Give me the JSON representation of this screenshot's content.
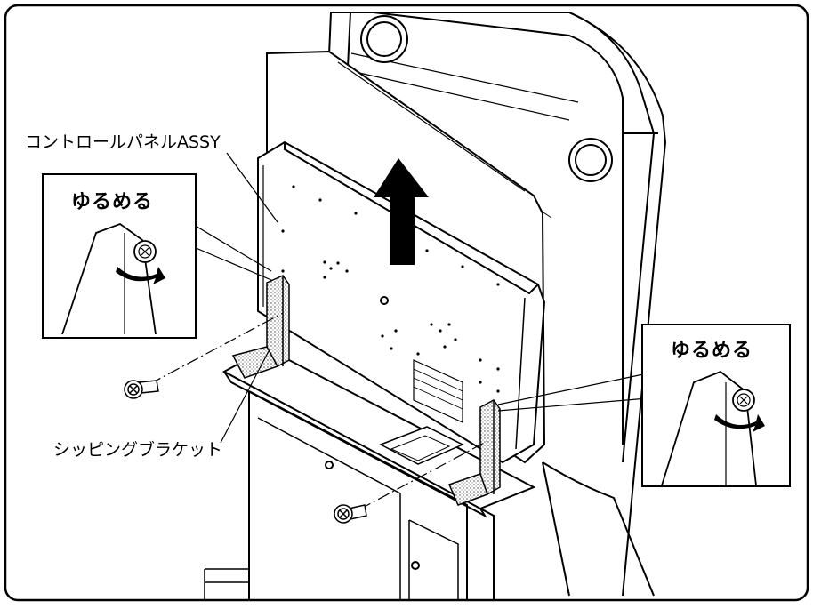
{
  "labels": {
    "control_panel": "コントロールパネルASSY",
    "loosen_left": "ゆるめる",
    "loosen_right": "ゆるめる",
    "shipping_bracket": "シッピングブラケット"
  },
  "colors": {
    "line": "#000000",
    "background": "#ffffff",
    "stipple": "#9a9a9a"
  },
  "icons": [
    "up-arrow-icon",
    "screw-icon",
    "rotate-arrow-icon"
  ]
}
